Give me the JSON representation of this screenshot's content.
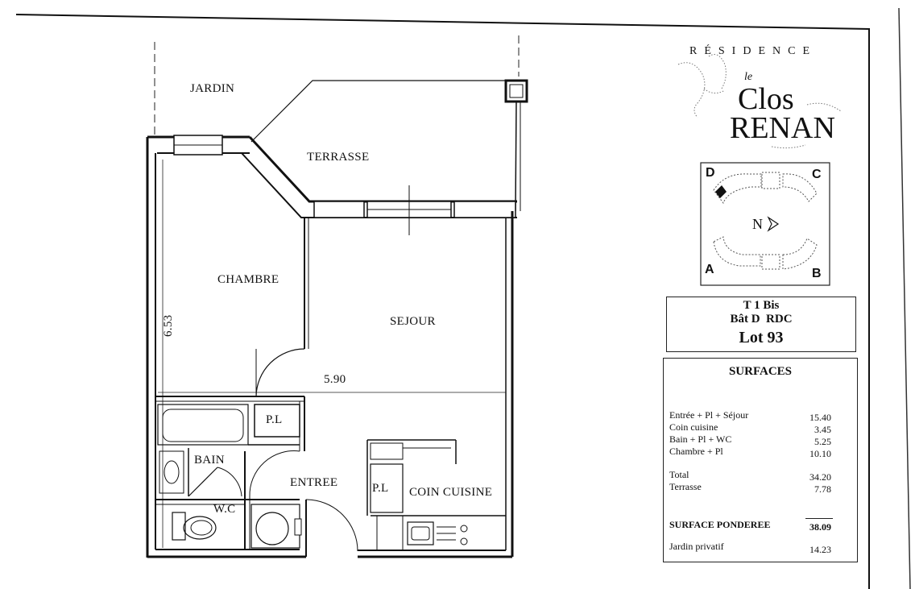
{
  "residence": {
    "line1": "RÉSIDENCE",
    "line2": "le",
    "line3": "Clos",
    "line4": "RENAN"
  },
  "orientation_map": {
    "corners": [
      "D",
      "C",
      "A",
      "B"
    ],
    "north_label": "N"
  },
  "lot": {
    "type": "T 1 Bis",
    "building": "Bât D  RDC",
    "number": "Lot 93"
  },
  "surfaces": {
    "title": "SURFACES",
    "rooms": [
      {
        "label": "Entrée + Pl + Séjour",
        "value": "15.40"
      },
      {
        "label": "Coin cuisine",
        "value": "3.45"
      },
      {
        "label": "Bain + Pl + WC",
        "value": "5.25"
      },
      {
        "label": "Chambre + Pl",
        "value": "10.10"
      }
    ],
    "totals": [
      {
        "label": "Total",
        "value": "34.20"
      },
      {
        "label": "Terrasse",
        "value": "7.78"
      }
    ],
    "weighted": {
      "label": "SURFACE PONDEREE",
      "value": "38.09"
    },
    "garden": {
      "label": "Jardin privatif",
      "value": "14.23"
    }
  },
  "plan": {
    "jardin": "JARDIN",
    "terrasse": "TERRASSE",
    "chambre": "CHAMBRE",
    "sejour": "SEJOUR",
    "bain": "BAIN",
    "wc": "W.C",
    "entree": "ENTREE",
    "pl1": "P.L",
    "pl2": "P.L",
    "coin_cuisine": "COIN CUISINE",
    "dim_width": "5.90",
    "dim_height": "6.53"
  }
}
